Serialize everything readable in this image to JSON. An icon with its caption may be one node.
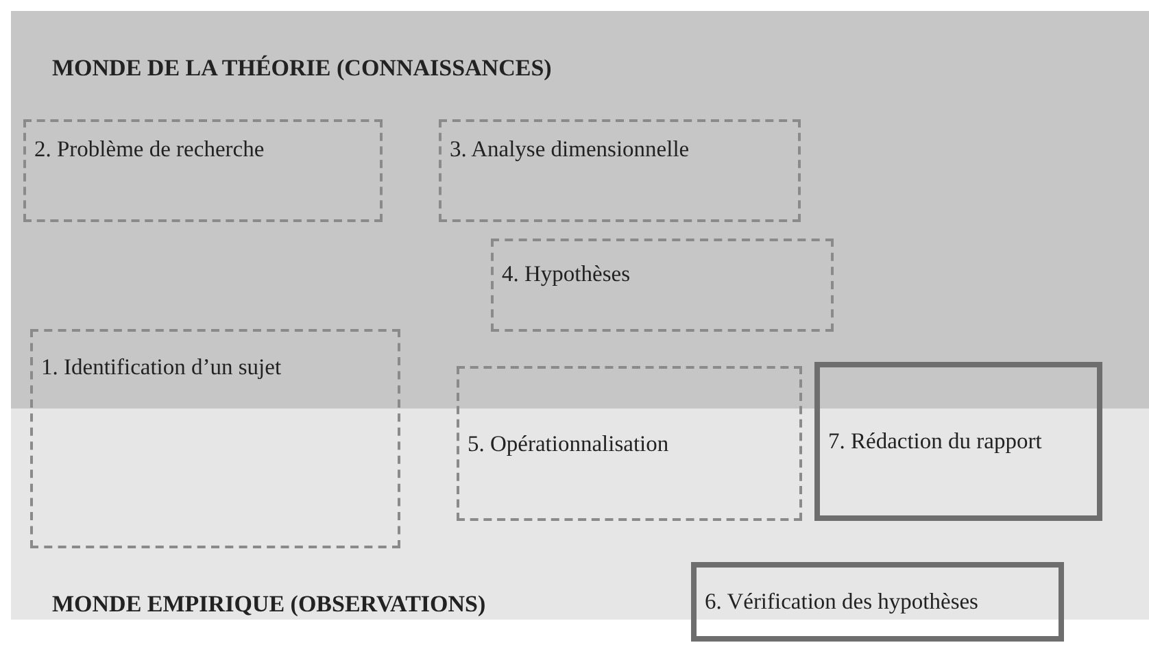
{
  "diagram": {
    "nodes": [
      {
        "text": [
          "MONDE DE LA THÉORIE (CONNAISSANCES)"
        ]
      },
      {
        "text": [
          "2. Problème de recherche"
        ],
        "in": 0
      },
      {
        "text": [
          "3. Analyse dimensionnelle"
        ],
        "in": 0
      },
      {
        "text": [
          "4. Hypothèses"
        ],
        "in": 0
      },
      {
        "text": [
          "1. Identification d’un sujet"
        ]
      },
      {
        "text": [
          "5. Opérationnalisation"
        ]
      },
      {
        "text": [
          "7. Rédaction du rapport"
        ]
      },
      {
        "text": [
          "MONDE EMPIRIQUE (OBSERVATIONS)"
        ]
      },
      {
        "text": [
          "6. Vérification des hypothèses"
        ]
      }
    ]
  }
}
